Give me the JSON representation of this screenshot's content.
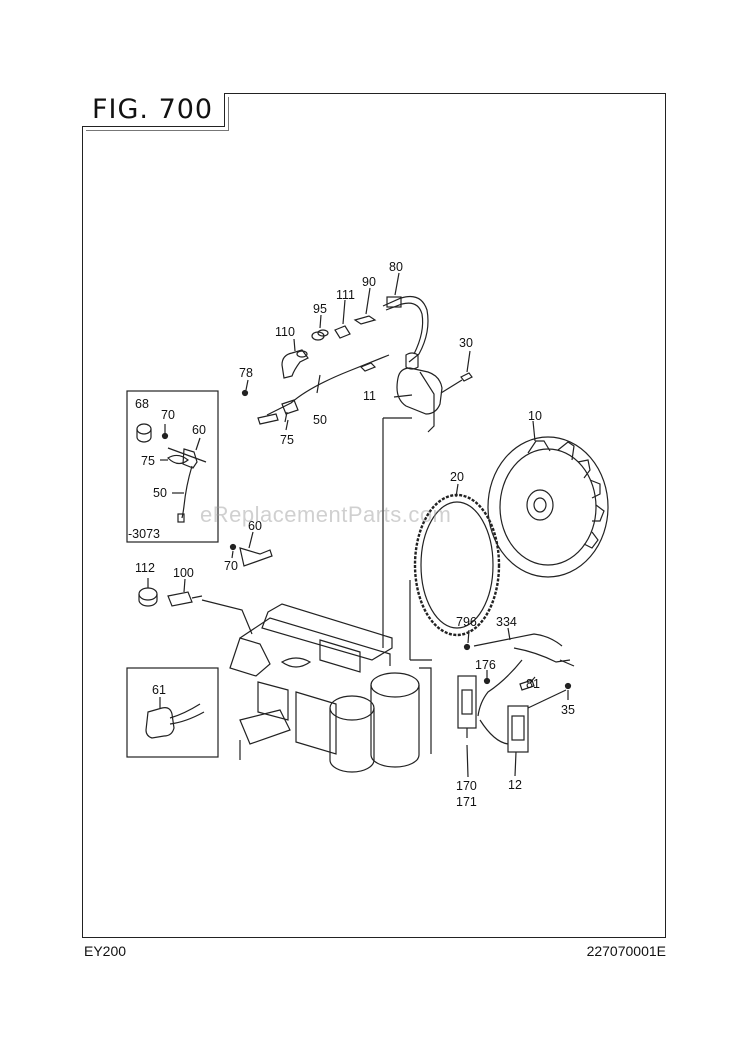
{
  "figure": {
    "title": "FIG. 700"
  },
  "footer": {
    "model": "EY200",
    "code": "227070001E"
  },
  "watermark": "eReplacementParts.com",
  "inset_revision": "-3073",
  "callouts": {
    "p80": "80",
    "p90": "90",
    "p111": "111",
    "p95": "95",
    "p110": "110",
    "p30": "30",
    "p78": "78",
    "p11": "11",
    "p50": "50",
    "p75": "75",
    "p10": "10",
    "p20": "20",
    "inset68": "68",
    "inset70": "70",
    "inset60": "60",
    "inset75": "75",
    "inset50": "50",
    "p60b": "60",
    "p70b": "70",
    "p112": "112",
    "p100": "100",
    "p796": "796",
    "p334": "334",
    "p176": "176",
    "p81": "81",
    "p35": "35",
    "p170": "170",
    "p171": "171",
    "p12": "12",
    "p61": "61"
  }
}
